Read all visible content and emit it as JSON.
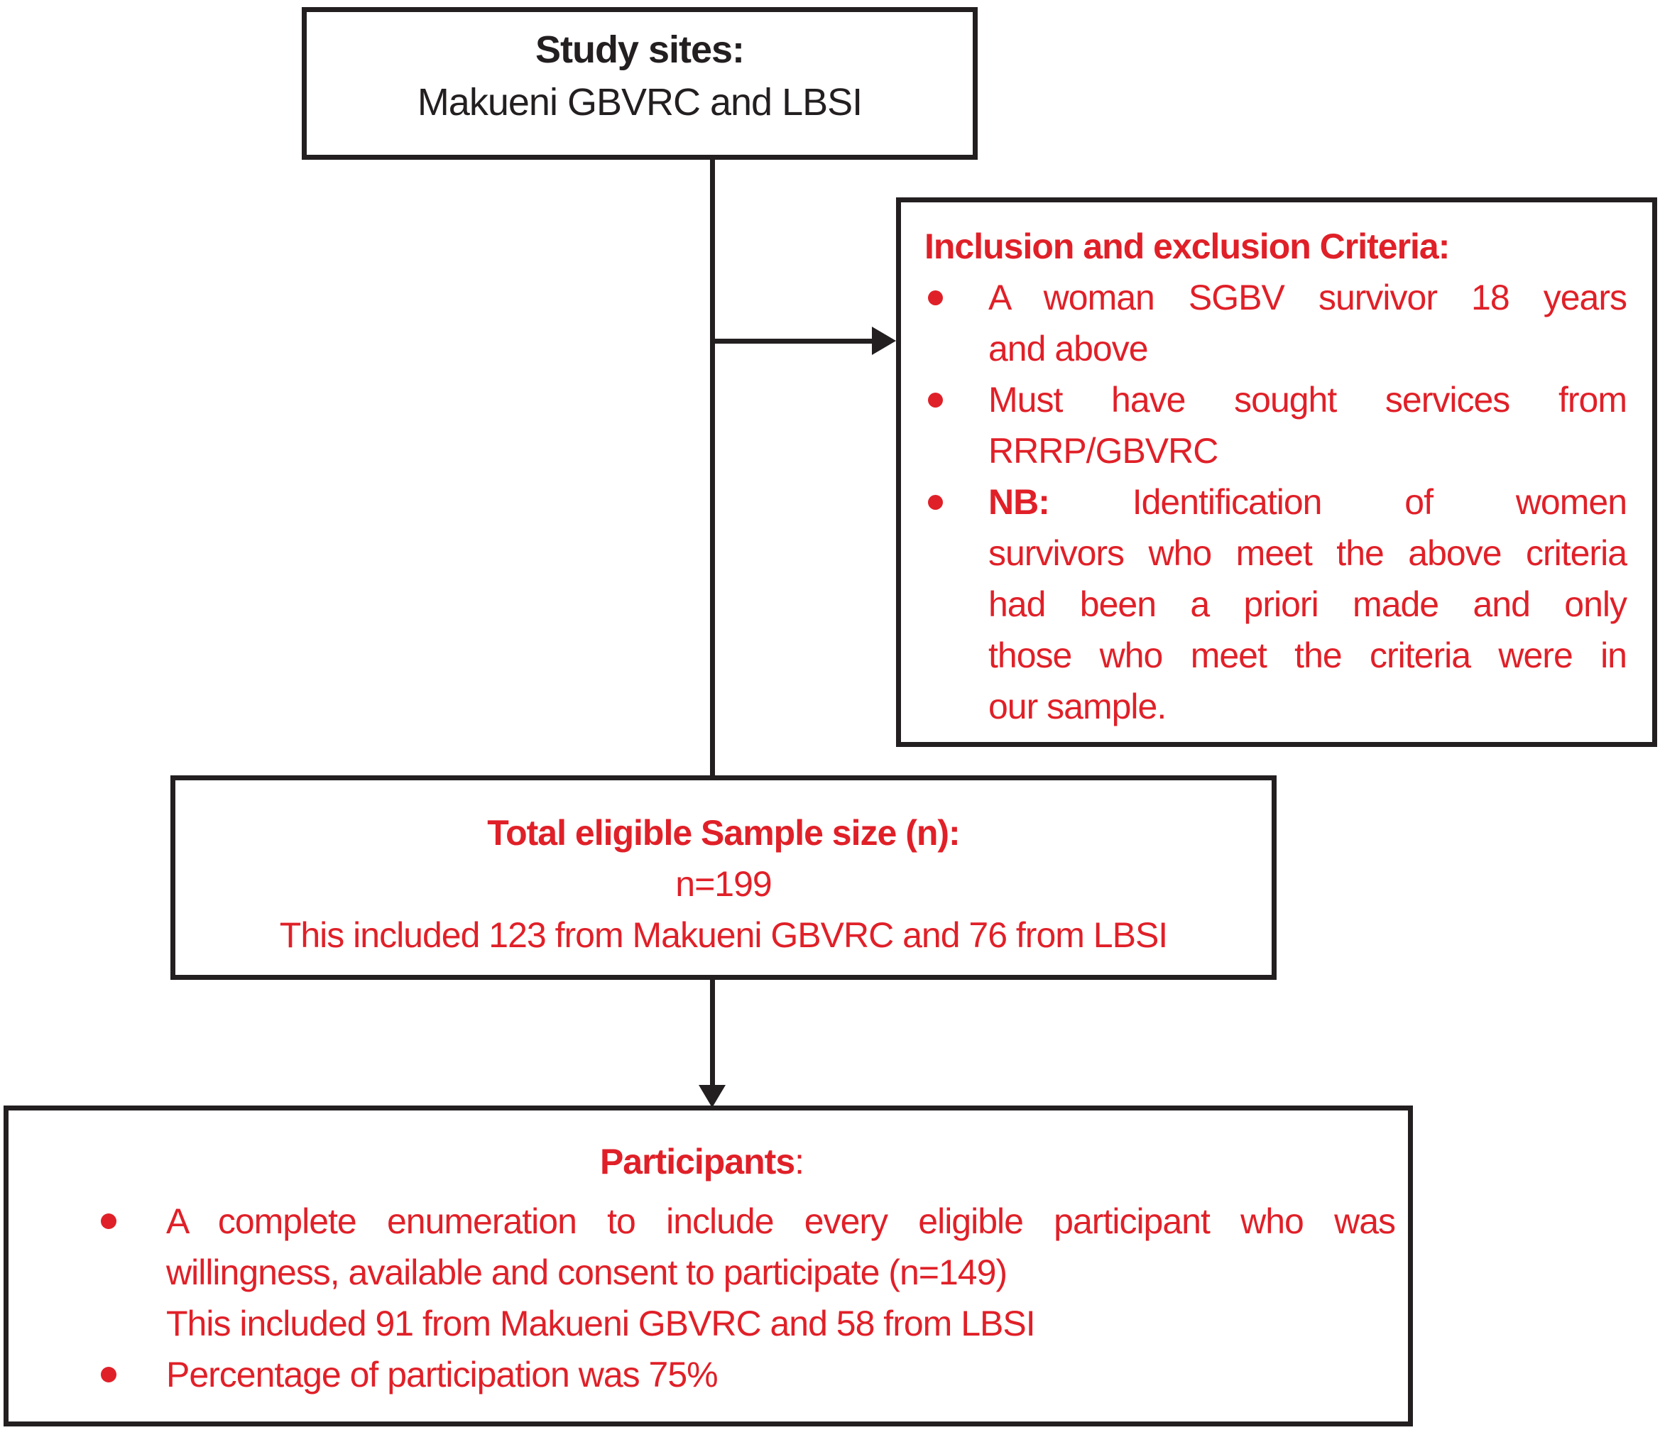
{
  "figure": {
    "type": "flowchart",
    "colors": {
      "accent_red": "#e02028",
      "line_black": "#231f20",
      "background": "#ffffff"
    },
    "top_box": {
      "title": "Study sites:",
      "subtitle": "Makueni GBVRC and LBSI"
    },
    "criteria_box": {
      "heading": "Inclusion and exclusion Criteria:",
      "bullets": [
        {
          "lines": [
            "A woman SGBV survivor 18 years",
            "and above"
          ]
        },
        {
          "lines": [
            "Must have sought services from",
            "RRRP/GBVRC"
          ]
        },
        {
          "bold_prefix": "NB:",
          "lines": [
            "Identification of women",
            "survivors who meet the above criteria",
            "had been a priori made and only",
            "those who meet the criteria were in",
            "our sample."
          ]
        }
      ]
    },
    "sample_box": {
      "heading": "Total eligible Sample size (n):",
      "value": "n=199",
      "detail": "This included 123 from Makueni GBVRC and 76 from LBSI"
    },
    "participants_box": {
      "heading": "Participants",
      "heading_suffix": ":",
      "bullets": [
        {
          "lines": [
            "A complete enumeration to include every eligible participant who was",
            "willingness, available and consent to participate (n=149)",
            "This included 91 from Makueni GBVRC and 58 from LBSI"
          ]
        },
        {
          "lines": [
            "Percentage of participation was 75%"
          ]
        }
      ]
    }
  }
}
